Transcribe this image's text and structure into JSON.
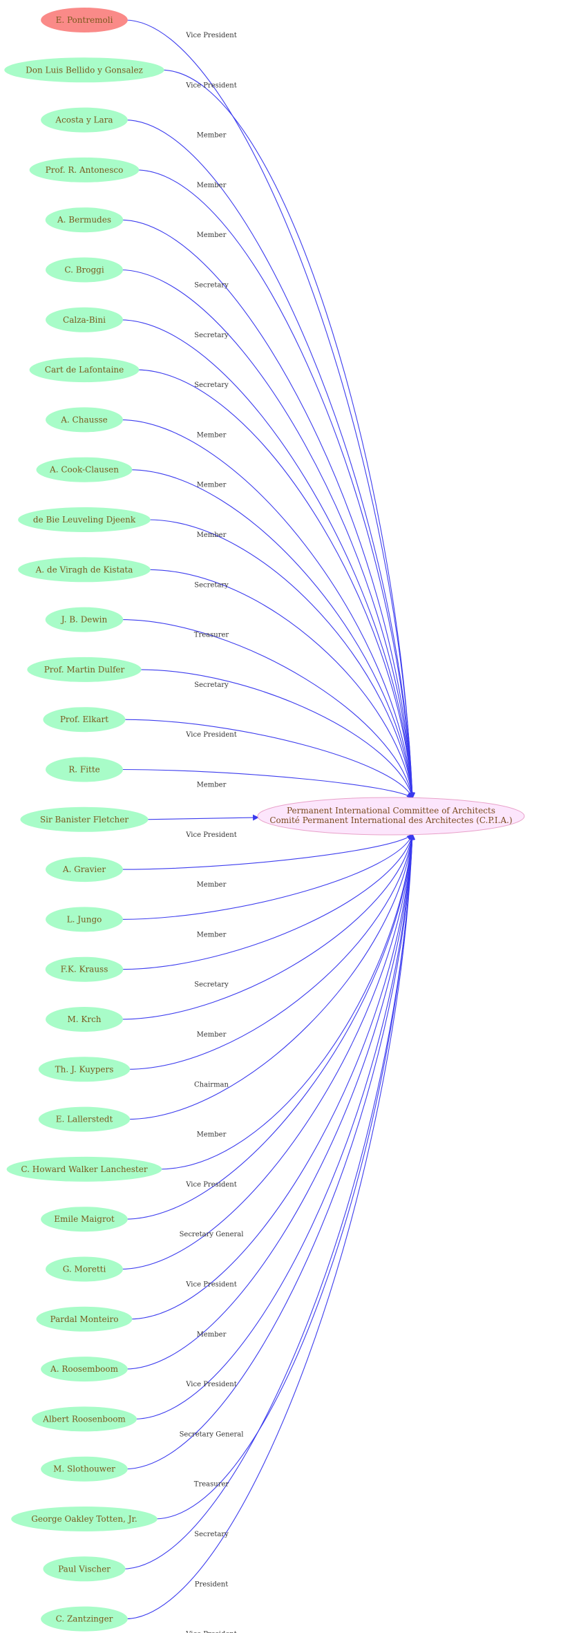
{
  "colors": {
    "node_fill": "#a8fcc8",
    "highlight_fill": "#fa8a88",
    "target_fill": "#fce6fc",
    "target_stroke": "#e8a0c8",
    "edge": "#3a3aee",
    "node_text": "#7a5a1e",
    "edge_text": "#333333"
  },
  "target": {
    "line1": "Permanent International Committee of Architects",
    "line2": "Comité Permanent International des Architectes (C.P.I.A.)"
  },
  "members": [
    {
      "name": "E. Pontremoli",
      "role": "Vice President",
      "highlight": true
    },
    {
      "name": "Don  Luis  Bellido y Gonsalez",
      "role": "Vice President"
    },
    {
      "name": "Acosta y Lara",
      "role": "Member"
    },
    {
      "name": "Prof. R. Antonesco",
      "role": "Member"
    },
    {
      "name": "A. Bermudes",
      "role": "Member"
    },
    {
      "name": "C. Broggi",
      "role": "Secretary"
    },
    {
      "name": "Calza-Bini",
      "role": "Secretary"
    },
    {
      "name": "Cart de Lafontaine",
      "role": "Secretary"
    },
    {
      "name": "A. Chausse",
      "role": "Member"
    },
    {
      "name": "A. Cook-Clausen",
      "role": "Member"
    },
    {
      "name": "de Bie Leuveling Djeenk",
      "role": "Member"
    },
    {
      "name": "A. de Viragh de Kistata",
      "role": "Secretary"
    },
    {
      "name": "J. B. Dewin",
      "role": "Treasurer"
    },
    {
      "name": "Prof. Martin Dulfer",
      "role": "Secretary"
    },
    {
      "name": "Prof. Elkart",
      "role": "Vice President"
    },
    {
      "name": "R. Fitte",
      "role": "Member"
    },
    {
      "name": "Sir  Banister Fletcher",
      "role": "Vice President"
    },
    {
      "name": "A. Gravier",
      "role": "Member"
    },
    {
      "name": "L. Jungo",
      "role": "Member"
    },
    {
      "name": "F.K. Krauss",
      "role": "Secretary"
    },
    {
      "name": "M. Krch",
      "role": "Member"
    },
    {
      "name": "Th. J. Kuypers",
      "role": "Chairman"
    },
    {
      "name": "E. Lallerstedt",
      "role": "Member"
    },
    {
      "name": "C. Howard  Walker Lanchester",
      "role": "Vice President"
    },
    {
      "name": "Emile Maigrot",
      "role": "Secretary General"
    },
    {
      "name": "G. Moretti",
      "role": "Vice President"
    },
    {
      "name": "Pardal Monteiro",
      "role": "Member"
    },
    {
      "name": "A. Roosemboom",
      "role": "Vice President"
    },
    {
      "name": "Albert Roosenboom",
      "role": "Secretary General"
    },
    {
      "name": "M. Slothouwer",
      "role": "Treasurer"
    },
    {
      "name": "George Oakley  Totten, Jr.",
      "role": "Secretary"
    },
    {
      "name": "Paul Vischer",
      "role": "President"
    },
    {
      "name": "C. Zantzinger",
      "role": "Vice President"
    }
  ]
}
